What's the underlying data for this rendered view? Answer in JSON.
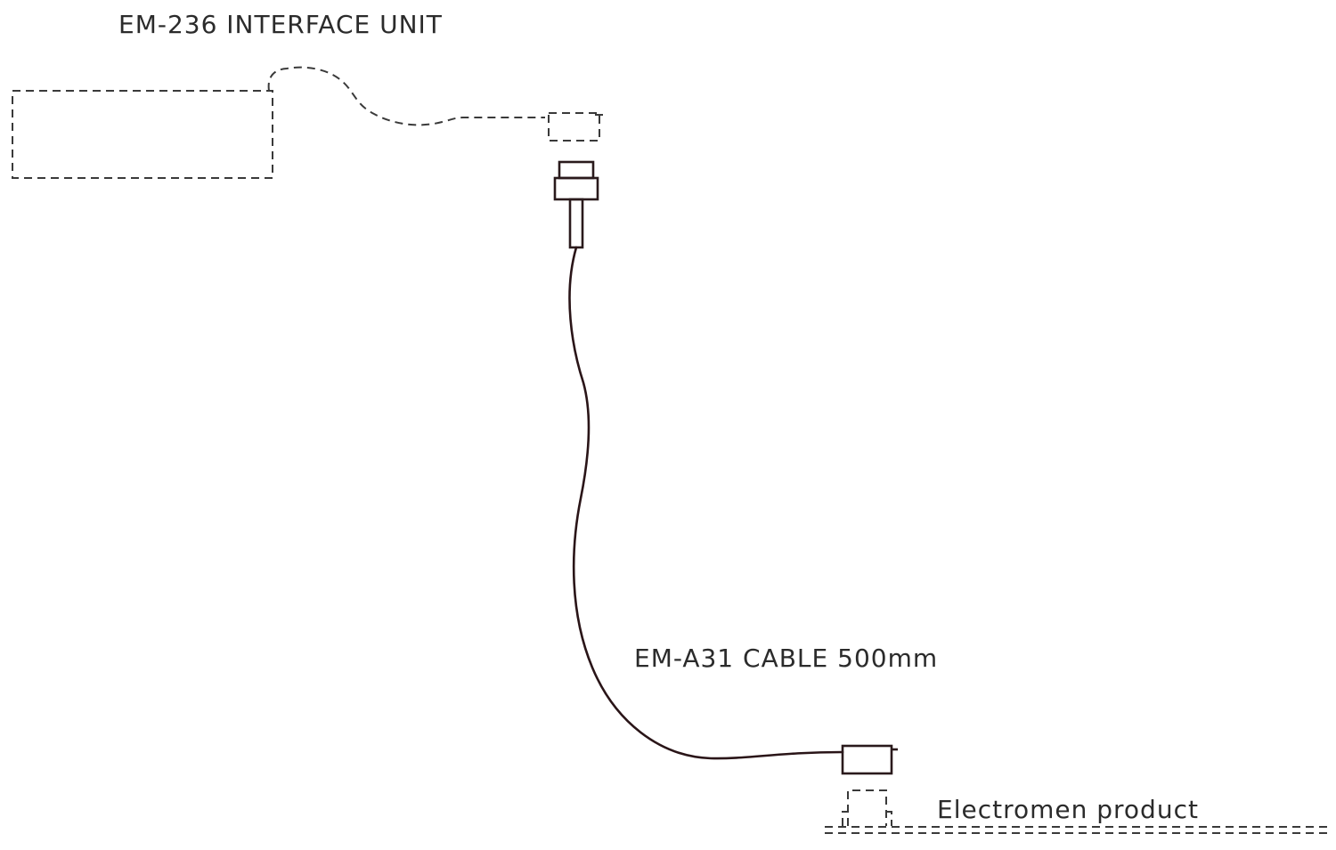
{
  "labels": {
    "interface_unit": "EM-236 INTERFACE UNIT",
    "cable": "EM-A31 CABLE 500mm",
    "product": "Electromen product"
  },
  "colors": {
    "line": "#2a1a1c",
    "dashed": "#3a3a3a",
    "text": "#2b2b2b",
    "background": "#ffffff"
  }
}
